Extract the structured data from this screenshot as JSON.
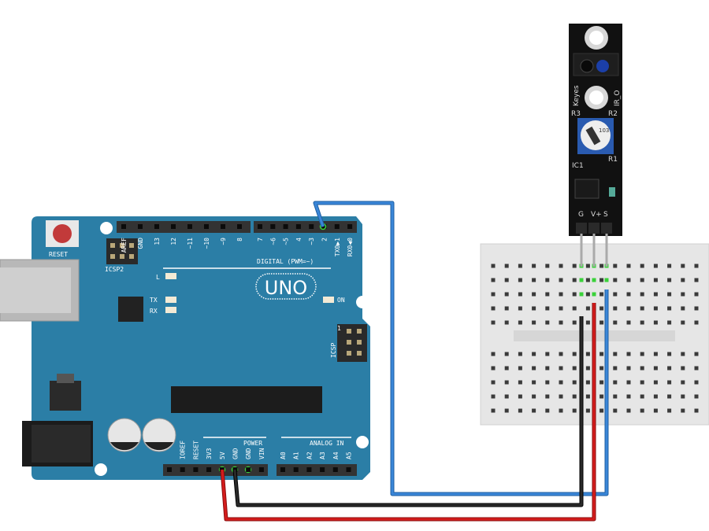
{
  "board": {
    "name": "UNO",
    "reset_label": "RESET",
    "icsp2_label": "ICSP2",
    "icsp_label": "ICSP",
    "icsp_pin1": "1",
    "digital_label": "DIGITAL (PWM=~)",
    "power_label": "POWER",
    "analog_label": "ANALOG IN",
    "led_l": "L",
    "led_tx": "TX",
    "led_rx": "RX",
    "led_on": "ON",
    "digital_pins_left": [
      "AREF",
      "GND",
      "13",
      "12",
      "~11",
      "~10",
      "~9",
      "8"
    ],
    "digital_pins_right": [
      "7",
      "~6",
      "~5",
      "4",
      "~3",
      "2",
      "TX0▶1",
      "RX0◀0"
    ],
    "power_pins": [
      "",
      "IOREF",
      "RESET",
      "3V3",
      "5V",
      "GND",
      "GND",
      "VIN"
    ],
    "analog_pins": [
      "A0",
      "A1",
      "A2",
      "A3",
      "A4",
      "A5"
    ],
    "color": "#2b7ea6"
  },
  "sensor": {
    "brand": "Keyes",
    "model": "IR_O",
    "labels": {
      "r3": "R3",
      "r2": "R2",
      "r1": "R1",
      "ic": "IC1",
      "pot": "103"
    },
    "pins": [
      "G",
      "V+",
      "S"
    ]
  },
  "wires": [
    {
      "name": "signal",
      "from": "2",
      "to": "S",
      "color": "#2f7fd6"
    },
    {
      "name": "ground",
      "from": "GND",
      "to": "G",
      "color": "#1a1a1a"
    },
    {
      "name": "power",
      "from": "5V",
      "to": "V+",
      "color": "#d11a1a"
    }
  ]
}
